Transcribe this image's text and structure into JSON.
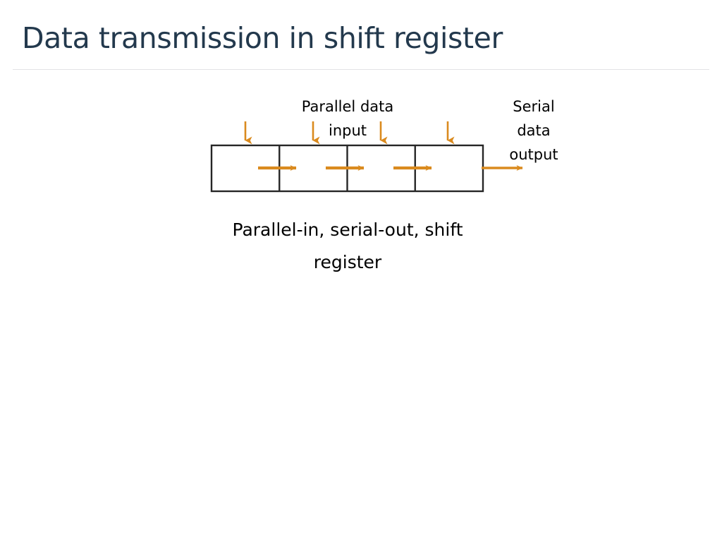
{
  "slide": {
    "title": "Data transmission in shift register",
    "title_color": "#23394d",
    "background_color": "#ffffff",
    "rule_color": "#e3e3e5"
  },
  "diagram": {
    "name": "parallel-in-serial-out-shift-register",
    "accent_color": "#da8a1e",
    "box_border_color": "#262626",
    "box_fill": "#ffffff",
    "cell_count": 4,
    "labels": {
      "parallel_input": {
        "line1": "Parallel data",
        "line2": "input"
      },
      "serial_output": {
        "line1": "Serial",
        "line2": "data",
        "line3": "output"
      }
    },
    "caption": {
      "line1": "Parallel-in, serial-out, shift",
      "line2": "register"
    },
    "arrows": {
      "parallel_input_count": 4,
      "internal_shift_count": 3,
      "serial_output_count": 1
    }
  }
}
